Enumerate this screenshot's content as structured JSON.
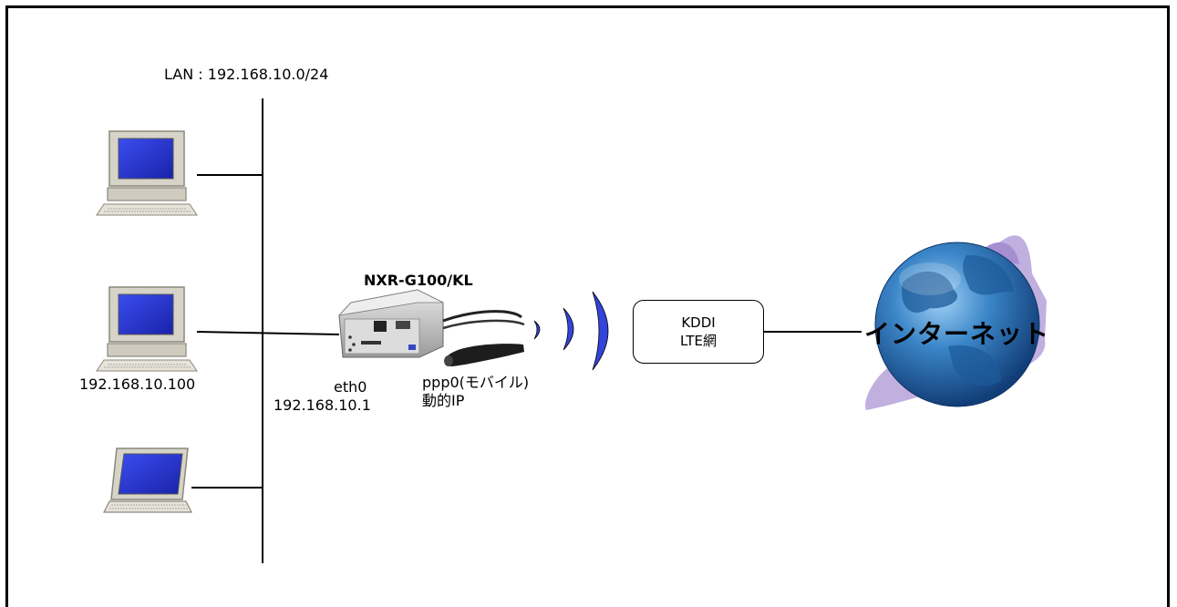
{
  "lan": {
    "label": "LAN : 192.168.10.0/24"
  },
  "hosts": [
    {
      "kind": "desktop",
      "ip": ""
    },
    {
      "kind": "desktop",
      "ip": "192.168.10.100"
    },
    {
      "kind": "laptop",
      "ip": ""
    }
  ],
  "router": {
    "model": "NXR-G100/KL",
    "lan_if": {
      "name": "eth0",
      "ip": "192.168.10.1"
    },
    "wan_if": {
      "name": "ppp0(モバイル)",
      "ip": "動的IP"
    }
  },
  "carrier": {
    "line1": "KDDI",
    "line2": "LTE網"
  },
  "internet": {
    "label": "インターネット"
  },
  "colors": {
    "screen": "#2233cc",
    "signal": "#3344dd",
    "globe": "#2a6fb0",
    "swoosh": "#b9a6dc"
  }
}
